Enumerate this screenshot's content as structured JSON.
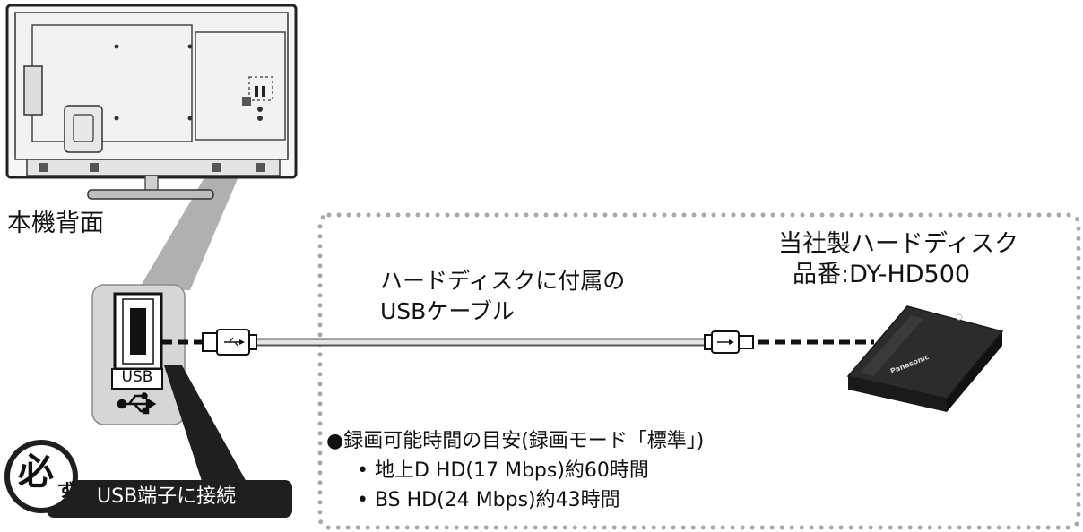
{
  "tv": {
    "label": "本機背面"
  },
  "usb_port": {
    "label": "USB",
    "symbol": "usb-symbol-icon"
  },
  "cable": {
    "label_line1": "ハードディスクに付属の",
    "label_line2": "USBケーブル"
  },
  "hard_disk": {
    "name": "当社製ハードディスク",
    "model": "品番:DY-HD500",
    "logo": "Panasonic"
  },
  "recording_time": {
    "heading": "●録画可能時間の目安(録画モード「標準」)",
    "items": [
      "• 地上D HD(17 Mbps)約60時間",
      "• BS HD(24 Mbps)約43時間"
    ]
  },
  "badge": {
    "kanji": "必",
    "kana": "ず",
    "text": "USB端子に接続"
  },
  "colors": {
    "callout_gray": "#b0b0b0",
    "port_panel": "#d6d6d6",
    "badge_dark": "#1f1f1f",
    "dotted_border": "#a8a8a8",
    "hdd_body": "#2c2c2c"
  }
}
